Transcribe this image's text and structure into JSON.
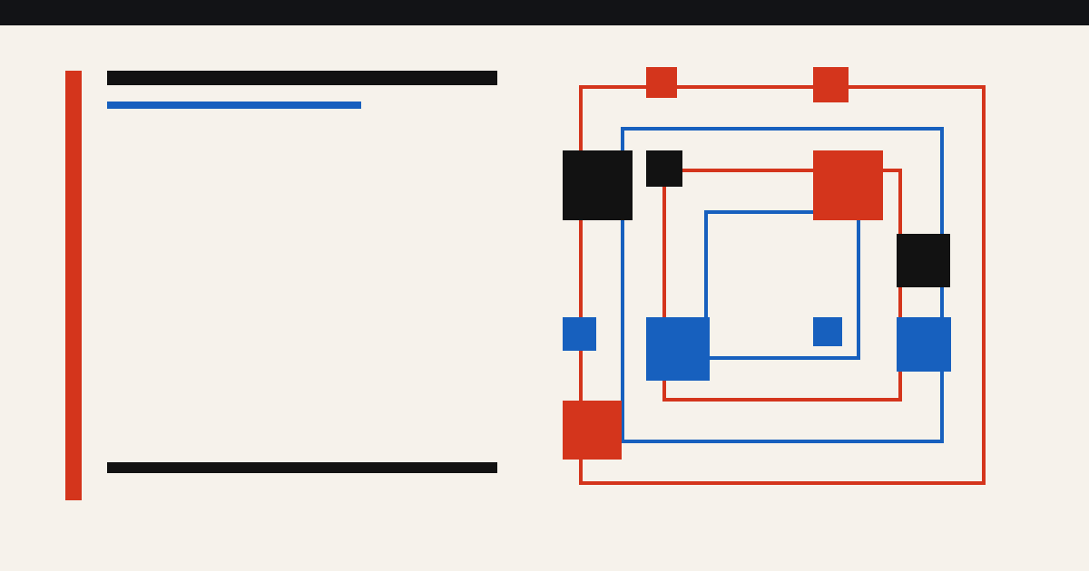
{
  "colors": {
    "background": "#f6f2eb",
    "top_bar": "#121316",
    "red": "#d4351c",
    "blue": "#1760be",
    "black": "#121212"
  },
  "left_panel": {
    "accent_color": "red",
    "title_rule_color": "black",
    "subtitle_rule_color": "blue",
    "footer_rule_color": "black"
  },
  "composition": {
    "nested_frames": [
      {
        "color": "red",
        "level": 1
      },
      {
        "color": "blue",
        "level": 2
      },
      {
        "color": "red",
        "level": 3
      },
      {
        "color": "blue",
        "level": 4
      }
    ],
    "blocks": [
      {
        "name": "red-block-top-1",
        "color": "red"
      },
      {
        "name": "red-block-top-2",
        "color": "red"
      },
      {
        "name": "black-block-large",
        "color": "black"
      },
      {
        "name": "black-block-small",
        "color": "black"
      },
      {
        "name": "red-block-large",
        "color": "red"
      },
      {
        "name": "black-block-right",
        "color": "black"
      },
      {
        "name": "blue-block-left-small",
        "color": "blue"
      },
      {
        "name": "blue-block-mid",
        "color": "blue"
      },
      {
        "name": "blue-block-center-small",
        "color": "blue"
      },
      {
        "name": "blue-block-right",
        "color": "blue"
      },
      {
        "name": "red-block-bottom-left",
        "color": "red"
      }
    ]
  }
}
